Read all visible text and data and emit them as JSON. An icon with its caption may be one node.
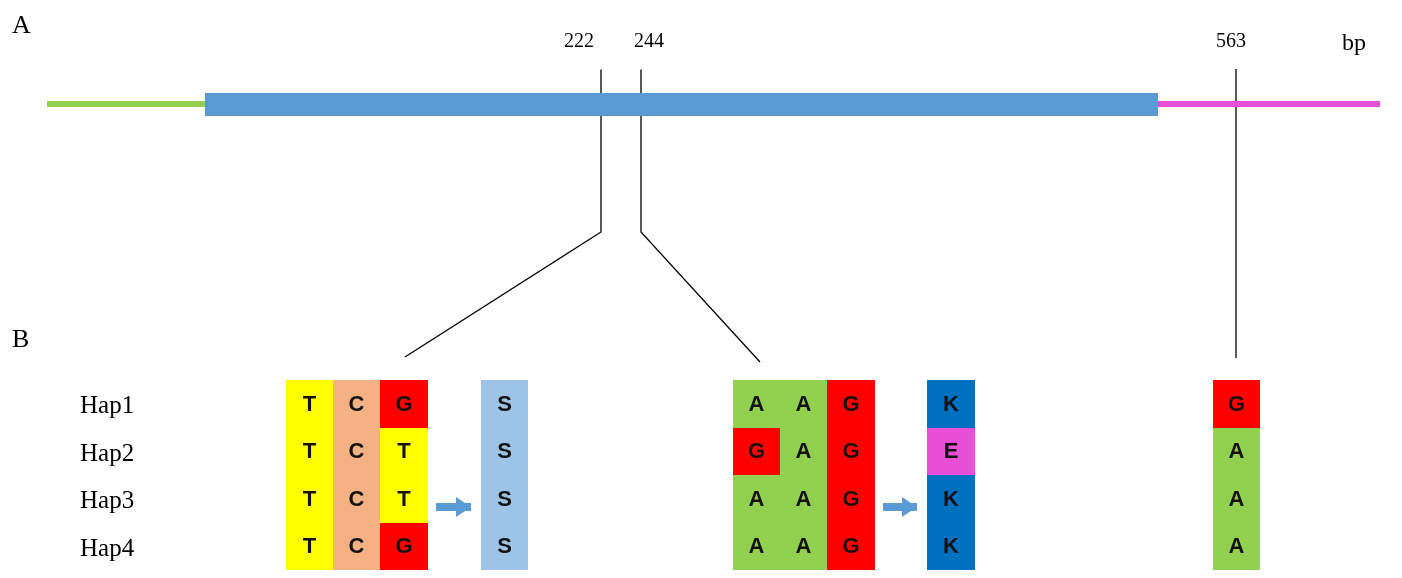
{
  "diagram": {
    "nodes": [
      {
        "text": [],
        "shape": "bar"
      },
      {
        "text": [],
        "shape": "bar"
      },
      {
        "text": [],
        "shape": "bar"
      },
      {
        "text": [
          "T",
          "T",
          "T",
          "T"
        ]
      },
      {
        "text": [
          "C",
          "C",
          "C",
          "C"
        ]
      },
      {
        "text": [
          "G"
        ]
      },
      {
        "text": [
          "T",
          "T"
        ]
      },
      {
        "text": [
          "G"
        ]
      },
      {
        "text": [
          "S",
          "S",
          "S",
          "S"
        ]
      },
      {
        "text": [
          "A"
        ]
      },
      {
        "text": [
          "G"
        ]
      },
      {
        "text": [
          "A",
          "A"
        ]
      },
      {
        "text": [
          "A",
          "A",
          "A",
          "A"
        ]
      },
      {
        "text": [
          "G",
          "G",
          "G",
          "G"
        ]
      },
      {
        "text": [
          "K"
        ]
      },
      {
        "text": [
          "E"
        ]
      },
      {
        "text": [
          "K",
          "K"
        ]
      },
      {
        "text": [
          "G"
        ]
      },
      {
        "text": [
          "A",
          "A",
          "A"
        ]
      }
    ],
    "edges": [
      {
        "from": 1,
        "to": null,
        "arrow": "none"
      },
      {
        "from": 1,
        "to": null,
        "arrow": "none"
      },
      {
        "from": 2,
        "to": null,
        "arrow": "none"
      },
      {
        "from": 6,
        "to": 8,
        "arrow": "to",
        "style": "thick",
        "color": "#5b9bd5"
      },
      {
        "from": 13,
        "to": 16,
        "arrow": "to",
        "style": "thick",
        "color": "#5b9bd5"
      }
    ],
    "labels": [
      "A",
      "222",
      "244",
      "563",
      "bp",
      "B",
      "Hap1",
      "Hap2",
      "Hap3",
      "Hap4"
    ]
  }
}
